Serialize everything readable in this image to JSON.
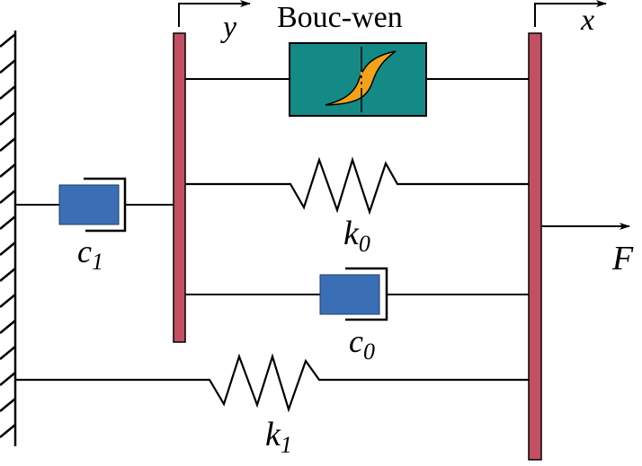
{
  "diagram": {
    "type": "mechanical-schematic",
    "description": "Bouc-Wen hysteretic model with springs and dampers",
    "colors": {
      "bar": "#c15062",
      "damper": "#3a6fb5",
      "bouc_wen_box": "#148a86",
      "hysteresis_loop": "#f3a21b",
      "line": "#000000"
    },
    "labels": {
      "bouc_wen": "Bouc-wen",
      "y": "y",
      "x": "x",
      "force": "F",
      "c1": {
        "base": "c",
        "sub": "1"
      },
      "k0": {
        "base": "k",
        "sub": "0"
      },
      "c0": {
        "base": "c",
        "sub": "0"
      },
      "k1": {
        "base": "k",
        "sub": "1"
      }
    },
    "elements": [
      {
        "id": "wall",
        "kind": "fixed-support"
      },
      {
        "id": "c1",
        "kind": "damper",
        "connects": [
          "wall",
          "bar-y"
        ]
      },
      {
        "id": "bouc-wen",
        "kind": "hysteretic-element",
        "connects": [
          "bar-y",
          "bar-x"
        ]
      },
      {
        "id": "k0",
        "kind": "spring",
        "connects": [
          "bar-y",
          "bar-x"
        ]
      },
      {
        "id": "c0",
        "kind": "damper",
        "connects": [
          "bar-y",
          "bar-x"
        ]
      },
      {
        "id": "k1",
        "kind": "spring",
        "connects": [
          "wall",
          "bar-x"
        ]
      },
      {
        "id": "F",
        "kind": "applied-force",
        "on": "bar-x"
      }
    ]
  }
}
